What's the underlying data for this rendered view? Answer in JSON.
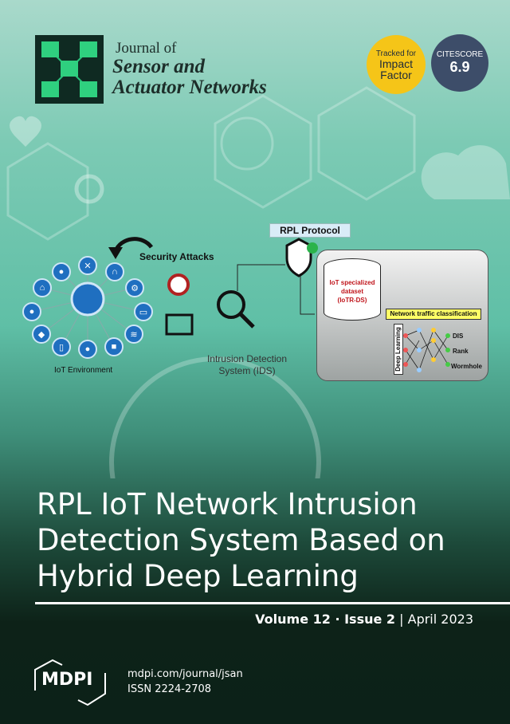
{
  "journal": {
    "line1": "Journal of",
    "line2": "Sensor and",
    "line3": "Actuator Networks"
  },
  "impact_badge": {
    "line1": "Tracked for",
    "line2": "Impact",
    "line3": "Factor"
  },
  "citescore": {
    "label": "CITESCORE",
    "value": "6.9"
  },
  "figure": {
    "rpl_protocol": "RPL Protocol",
    "security_attacks": "Security Attacks",
    "iot_environment": "IoT Environment",
    "ids_line1": "Intrusion Detection",
    "ids_line2": "System (IDS)",
    "dataset_line1": "IoT specialized",
    "dataset_line2": "dataset",
    "dataset_line3": "(IoTR-DS)",
    "classification": "Network traffic classification",
    "deep_learning": "Deep Learning",
    "outputs": [
      "DIS",
      "Rank",
      "Wormhole"
    ]
  },
  "article_title": [
    "RPL IoT Network Intrusion",
    "Detection System Based on",
    "Hybrid Deep Learning"
  ],
  "issue": {
    "volume": "Volume 12 · Issue 2",
    "date": "April 2023"
  },
  "publisher": {
    "logo": "MDPI",
    "url": "mdpi.com/journal/jsan",
    "issn": "ISSN 2224-2708"
  }
}
